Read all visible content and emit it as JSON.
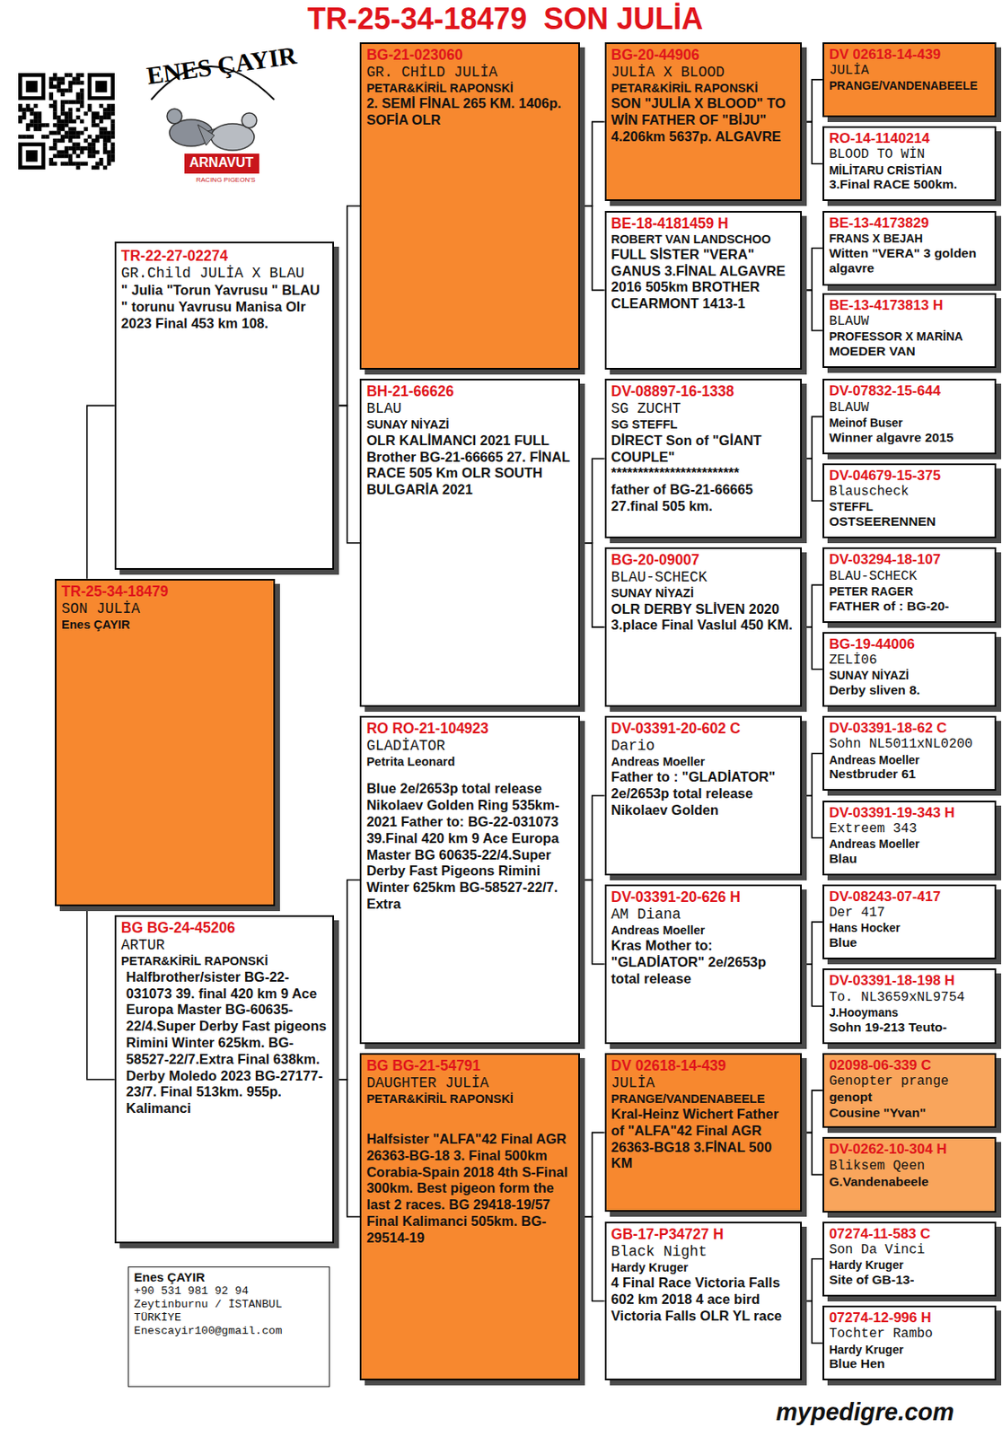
{
  "diagram": {
    "title": "TR-25-34-18479  SON JULİA",
    "nodes": [
      {
        "text": [
          "TR-25-34-18479",
          "SON JULİA",
          "Enes ÇAYIR"
        ]
      },
      {
        "text": [
          "TR-22-27-02274",
          "GR.Child JULİA X BLAU",
          "\" Julia \"Torun Yavrusu \" BLAU \" torunu Yavrusu Manisa Olr 2023 Final 453 km 108."
        ]
      },
      {
        "text": [
          "BG BG-24-45206",
          "ARTUR",
          "PETAR&KİRİL RAPONSKİ",
          "Halfbrother/sister BG-22-031073 39. final 420 km 9 Ace Europa Master BG-60635-22/4.Super Derby Fast pigeons Rimini Winter 625km. BG-58527-22/7.Extra Final 638km. Derby Moledo 2023 BG-27177-23/7. Final 513km. 955p. Kalimanci"
        ]
      },
      {
        "text": [
          "BG-21-023060",
          "GR. CHİLD JULİA",
          "PETAR&KİRİL RAPONSKİ",
          "2. SEMİ FİNAL 265 KM. 1406p. SOFİA OLR"
        ]
      },
      {
        "text": [
          "BH-21-66626",
          "BLAU",
          "SUNAY NİYAZİ",
          "OLR KALİMANCI 2021 FULL Brother BG-21-66665 27. FİNAL RACE 505 Km OLR SOUTH BULGARİA 2021"
        ]
      },
      {
        "text": [
          "RO RO-21-104923",
          "GLADİATOR",
          "Petrita Leonard",
          "Blue 2e/2653p total release Nikolaev Golden Ring 535km-2021 Father to: BG-22-031073 39.Final 420 km 9 Ace Europa Master BG 60635-22/4.Super Derby Fast Pigeons Rimini Winter 625km BG-58527-22/7. Extra"
        ]
      },
      {
        "text": [
          "BG BG-21-54791",
          "DAUGHTER JULİA",
          "PETAR&KİRİL RAPONSKİ",
          "Halfsister \"ALFA\"42 Final AGR 26363-BG-18 3. Final 500km Corabia-Spain 2018 4th S-Final 300km. Best pigeon form the last 2 races. BG 29418-19/57 Final Kalimanci 505km. BG-29514-19"
        ]
      },
      {
        "text": [
          "BG-20-44906",
          "JULİA X BLOOD",
          "PETAR&KİRİL RAPONSKİ",
          "SON \"JULİA X BLOOD\" TO WİN FATHER OF \"BİJU\" 4.206km 5637p. ALGAVRE"
        ]
      },
      {
        "text": [
          "BE-18-4181459 H",
          "ROBERT VAN LANDSCHOO",
          "FULL SİSTER \"VERA\" GANUS 3.FİNAL ALGAVRE 2016 505km BROTHER CLEARMONT 1413-1"
        ]
      },
      {
        "text": [
          "DV-08897-16-1338",
          "SG ZUCHT",
          "SG STEFFL",
          "DİRECT Son of \"GİANT COUPLE\"",
          "************************",
          "father of BG-21-66665 27.final 505 km."
        ]
      },
      {
        "text": [
          "BG-20-09007",
          "BLAU-SCHECK",
          "SUNAY NİYAZİ",
          "OLR DERBY SLİVEN 2020 3.place Final Vaslul 450 KM."
        ]
      },
      {
        "text": [
          "DV-03391-20-602 C",
          "Dario",
          "Andreas Moeller",
          "Father to : \"GLADİATOR\" 2e/2653p total release Nikolaev Golden"
        ]
      },
      {
        "text": [
          "DV-03391-20-626 H",
          "AM Diana",
          "Andreas Moeller",
          "Kras Mother to: \"GLADİATOR\" 2e/2653p total release"
        ]
      },
      {
        "text": [
          "DV 02618-14-439",
          "JULİA",
          "PRANGE/VANDENABEELE",
          "Kral-Heinz Wichert Father of \"ALFA\"42 Final AGR 26363-BG18 3.FİNAL 500 KM"
        ]
      },
      {
        "text": [
          "GB-17-P34727 H",
          "Black Night",
          "Hardy Kruger",
          "4 Final Race Victoria Falls 602 km 2018 4 ace bird Victoria Falls OLR YL race"
        ]
      },
      {
        "text": [
          "DV 02618-14-439",
          "JULİA",
          "PRANGE/VANDENABEELE"
        ]
      },
      {
        "text": [
          "RO-14-1140214",
          "BLOOD TO WİN",
          "MİLİTARU CRİSTİAN",
          "3.Final RACE 500km."
        ]
      },
      {
        "text": [
          "BE-13-4173829",
          "FRANS X BEJAH",
          "Witten \"VERA\" 3 golden algavre"
        ]
      },
      {
        "text": [
          "BE-13-4173813 H",
          "BLAUW",
          "PROFESSOR X MARİNA",
          "MOEDER VAN"
        ]
      },
      {
        "text": [
          "DV-07832-15-644",
          "BLAUW",
          "Meinof Buser",
          "Winner algavre 2015"
        ]
      },
      {
        "text": [
          "DV-04679-15-375",
          "Blauscheck",
          "STEFFL",
          "OSTSEERENNEN"
        ]
      },
      {
        "text": [
          "DV-03294-18-107",
          "BLAU-SCHECK",
          "PETER RAGER",
          "FATHER of : BG-20-"
        ]
      },
      {
        "text": [
          "BG-19-44006",
          "ZELİ06",
          "SUNAY NİYAZİ",
          "Derby sliven 8."
        ]
      },
      {
        "text": [
          "DV-03391-18-62 C",
          "Sohn NL5011xNL0200",
          "Andreas Moeller",
          "Nestbruder 61"
        ]
      },
      {
        "text": [
          "DV-03391-19-343 H",
          "Extreem 343",
          "Andreas Moeller",
          "Blau"
        ]
      },
      {
        "text": [
          "DV-08243-07-417",
          "Der 417",
          "Hans Hocker",
          "Blue"
        ]
      },
      {
        "text": [
          "DV-03391-18-198 H",
          "To. NL3659xNL9754",
          "J.Hooymans",
          "Sohn 19-213 Teuto-"
        ]
      },
      {
        "text": [
          "02098-06-339 C",
          "Genopter prange",
          "genopt",
          "Cousine \"Yvan\""
        ]
      },
      {
        "text": [
          "DV-0262-10-304 H",
          "Bliksem Qeen",
          "G.Vandenabeele"
        ]
      },
      {
        "text": [
          "07274-11-583 C",
          "Son Da Vinci",
          "Hardy Kruger",
          "Site of GB-13-"
        ]
      },
      {
        "text": [
          "07274-12-996 H",
          "Tochter Rambo",
          "Hardy Kruger",
          "Blue Hen"
        ]
      },
      {
        "text": [
          "Enes ÇAYIR",
          "+90 531 981 92 94",
          "Zeytinburnu / İSTANBUL",
          "TÜRKİYE",
          "Enescayir100@gmail.com"
        ]
      }
    ],
    "edges": [
      {
        "from": 0,
        "to": 1,
        "arrow": "none"
      },
      {
        "from": 0,
        "to": 2,
        "arrow": "none"
      },
      {
        "from": 1,
        "to": 3,
        "arrow": "none"
      },
      {
        "from": 1,
        "to": 4,
        "arrow": "none"
      },
      {
        "from": 2,
        "to": 5,
        "arrow": "none"
      },
      {
        "from": 2,
        "to": 6,
        "arrow": "none"
      },
      {
        "from": 3,
        "to": 7,
        "arrow": "none"
      },
      {
        "from": 3,
        "to": 8,
        "arrow": "none"
      },
      {
        "from": 4,
        "to": 9,
        "arrow": "none"
      },
      {
        "from": 4,
        "to": 10,
        "arrow": "none"
      },
      {
        "from": 5,
        "to": 11,
        "arrow": "none"
      },
      {
        "from": 5,
        "to": 12,
        "arrow": "none"
      },
      {
        "from": 6,
        "to": 13,
        "arrow": "none"
      },
      {
        "from": 6,
        "to": 14,
        "arrow": "none"
      },
      {
        "from": 7,
        "to": 15,
        "arrow": "none"
      },
      {
        "from": 7,
        "to": 16,
        "arrow": "none"
      },
      {
        "from": 8,
        "to": 17,
        "arrow": "none"
      },
      {
        "from": 8,
        "to": 18,
        "arrow": "none"
      },
      {
        "from": 9,
        "to": 19,
        "arrow": "none"
      },
      {
        "from": 9,
        "to": 20,
        "arrow": "none"
      },
      {
        "from": 10,
        "to": 21,
        "arrow": "none"
      },
      {
        "from": 10,
        "to": 22,
        "arrow": "none"
      },
      {
        "from": 11,
        "to": 23,
        "arrow": "none"
      },
      {
        "from": 11,
        "to": 24,
        "arrow": "none"
      },
      {
        "from": 12,
        "to": 25,
        "arrow": "none"
      },
      {
        "from": 12,
        "to": 26,
        "arrow": "none"
      },
      {
        "from": 13,
        "to": 27,
        "arrow": "none"
      },
      {
        "from": 13,
        "to": 28,
        "arrow": "none"
      },
      {
        "from": 14,
        "to": 29,
        "arrow": "none"
      },
      {
        "from": 14,
        "to": 30,
        "arrow": "none"
      }
    ],
    "labels": [
      "ENES ÇAYIR",
      "ARNAVUT",
      "RACING PIGEON'S",
      "mypedigre.com"
    ]
  }
}
